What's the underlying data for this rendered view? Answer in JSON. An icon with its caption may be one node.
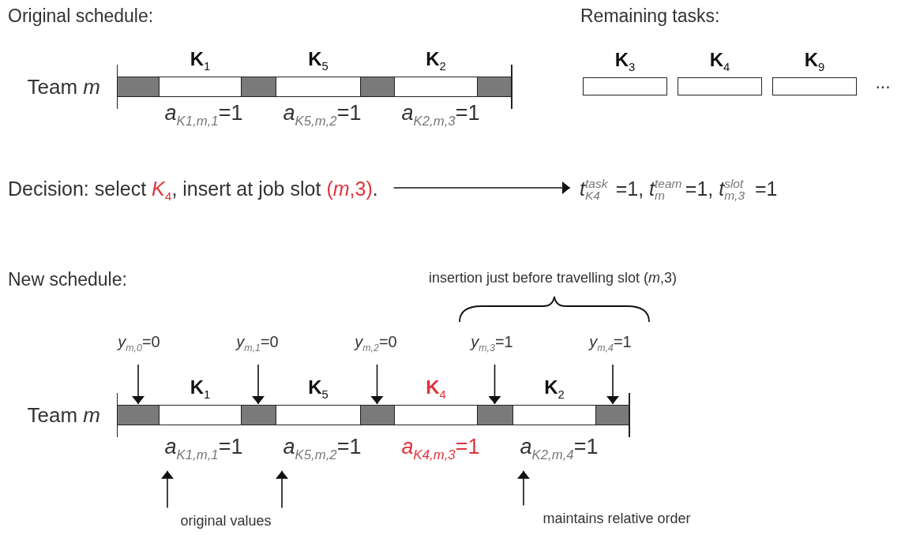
{
  "diagram": {
    "nodes": [
      {
        "text": [
          "Team *m*"
        ]
      },
      {
        "text": [],
        "shape": "box",
        "in": 0
      },
      {
        "text": [
          "K$_{1}$"
        ],
        "in": 0
      },
      {
        "text": [],
        "shape": "box",
        "in": 0
      },
      {
        "text": [
          "K$_{5}$"
        ],
        "in": 0
      },
      {
        "text": [],
        "shape": "box",
        "in": 0
      },
      {
        "text": [
          "K$_{2}$"
        ],
        "in": 0
      },
      {
        "text": [],
        "shape": "box",
        "in": 0
      },
      {
        "text": [
          "*a*$_{K1,m,1}$=1"
        ]
      },
      {
        "text": [
          "*a*$_{K5,m,2}$=1"
        ]
      },
      {
        "text": [
          "*a*$_{K2,m,3}$=1"
        ]
      },
      {
        "text": [
          "K$_{3}$"
        ]
      },
      {
        "text": [
          "K$_{4}$"
        ]
      },
      {
        "text": [
          "K$_{9}$"
        ]
      },
      {
        "text": [
          "Decision: select",
          "*K*$_{4}$",
          ", insert at job slot",
          "(*m*,3)",
          "."
        ]
      },
      {
        "text": [
          "*t*$^{task}$$_{K4}$=1, *t*$^{team}$$_{m}$=1, *t*$^{slot}$$_{m,3}$=1"
        ]
      },
      {
        "text": [
          "Team *m*"
        ]
      },
      {
        "text": [],
        "shape": "box",
        "in": 16
      },
      {
        "text": [
          "K$_{1}$"
        ],
        "in": 16
      },
      {
        "text": [],
        "shape": "box",
        "in": 16
      },
      {
        "text": [
          "K$_{5}$"
        ],
        "in": 16
      },
      {
        "text": [],
        "shape": "box",
        "in": 16
      },
      {
        "text": [
          "K$_{4}$"
        ],
        "in": 16
      },
      {
        "text": [],
        "shape": "box",
        "in": 16
      },
      {
        "text": [
          "K$_{2}$"
        ],
        "in": 16
      },
      {
        "text": [],
        "shape": "box",
        "in": 16
      },
      {
        "text": [
          "*y*$_{m,0}$=0"
        ]
      },
      {
        "text": [
          "*y*$_{m,1}$=0"
        ]
      },
      {
        "text": [
          "*y*$_{m,2}$=0"
        ]
      },
      {
        "text": [
          "*y*$_{m,3}$=1"
        ]
      },
      {
        "text": [
          "*y*$_{m,4}$=1"
        ]
      },
      {
        "text": [
          "*a*$_{K1,m,1}$=1"
        ]
      },
      {
        "text": [
          "*a*$_{K5,m,2}$=1"
        ]
      },
      {
        "text": [
          "*a*$_{K4,m,3}$=1"
        ]
      },
      {
        "text": [
          "*a*$_{K2,m,4}$=1"
        ]
      },
      {
        "text": [
          "original values"
        ]
      },
      {
        "text": [
          "maintains relative order"
        ]
      }
    ],
    "edges": [
      {
        "from": 14,
        "to": 15,
        "arrow": "to"
      },
      {
        "from": 26,
        "to": 17,
        "arrow": "to"
      },
      {
        "from": 27,
        "to": 19,
        "arrow": "to"
      },
      {
        "from": 28,
        "to": 21,
        "arrow": "to"
      },
      {
        "from": 29,
        "to": 23,
        "arrow": "to"
      },
      {
        "from": 30,
        "to": 25,
        "arrow": "to"
      },
      {
        "from": 35,
        "to": 31,
        "arrow": "to"
      },
      {
        "from": 35,
        "to": 32,
        "arrow": "to"
      },
      {
        "from": 36,
        "to": 34,
        "arrow": "to"
      }
    ],
    "labels": [
      "Original schedule:",
      "Remaining tasks:",
      "...",
      "New schedule:",
      "insertion just before travelling slot (*m*,3)"
    ]
  }
}
